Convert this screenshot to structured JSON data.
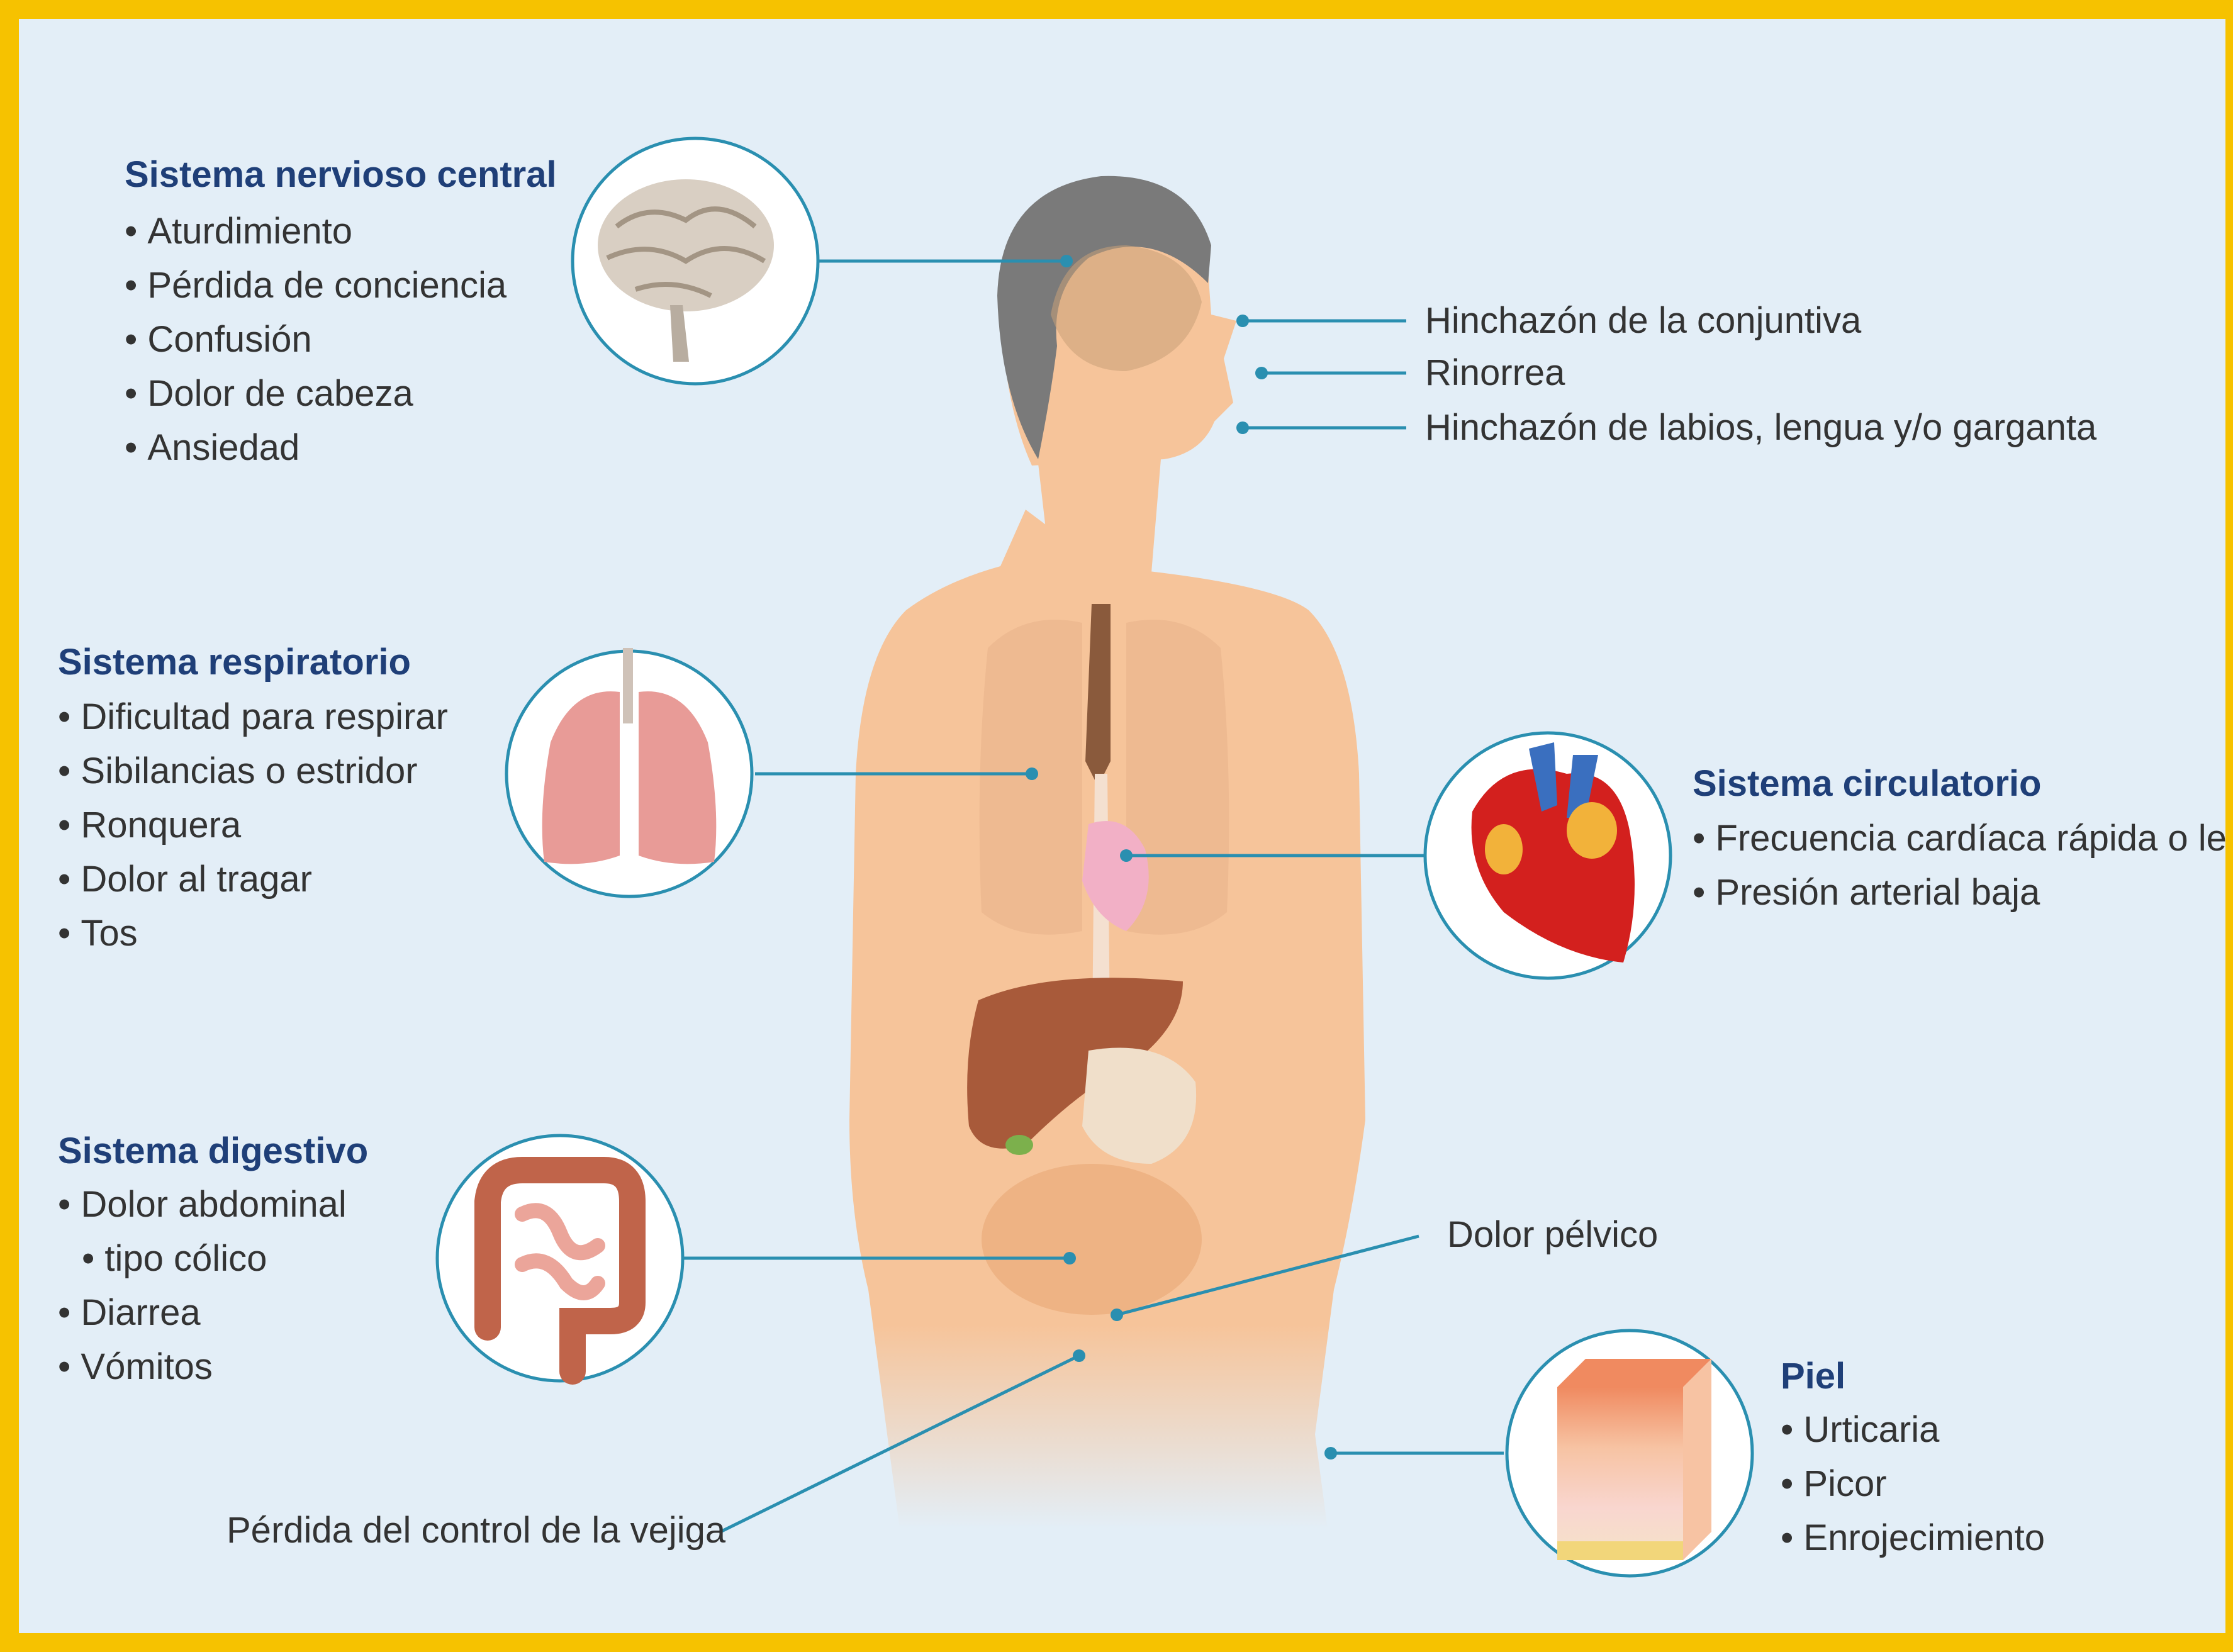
{
  "palette": {
    "background": "#e3eef7",
    "frame": "#f6c200",
    "heading": "#1f3f78",
    "text": "#333333",
    "leader_line": "#2a8fb0",
    "skin": "#f6c49a",
    "hair": "#7a7a7a"
  },
  "systems": {
    "nervous": {
      "icon": "brain-icon",
      "title": "Sistema nervioso central",
      "items": [
        "Aturdimiento",
        "Pérdida de conciencia",
        "Confusión",
        "Dolor de cabeza",
        "Ansiedad"
      ]
    },
    "respiratory": {
      "icon": "lungs-icon",
      "title": "Sistema respiratorio",
      "items": [
        "Dificultad para respirar",
        "Sibilancias o estridor",
        "Ronquera",
        "Dolor al tragar",
        "Tos"
      ]
    },
    "digestive": {
      "icon": "intestine-icon",
      "title": "Sistema digestivo",
      "items": [
        "Dolor abdominal",
        "tipo cólico",
        "Diarrea",
        "Vómitos"
      ]
    },
    "circulatory": {
      "icon": "heart-icon",
      "title": "Sistema circulatorio",
      "items": [
        "Frecuencia cardíaca rápida o lenta",
        "Presión arterial baja"
      ]
    },
    "skin": {
      "icon": "skin-layers-icon",
      "title": "Piel",
      "items": [
        "Urticaria",
        "Picor",
        "Enrojecimiento"
      ]
    }
  },
  "face_labels": {
    "conjunctiva": "Hinchazón de la conjuntiva",
    "rhinorrhea": "Rinorrea",
    "swelling": "Hinchazón de labios, lengua y/o garganta"
  },
  "callouts": {
    "pelvic_pain": "Dolor pélvico",
    "bladder": "Pérdida del control de la vejiga"
  }
}
